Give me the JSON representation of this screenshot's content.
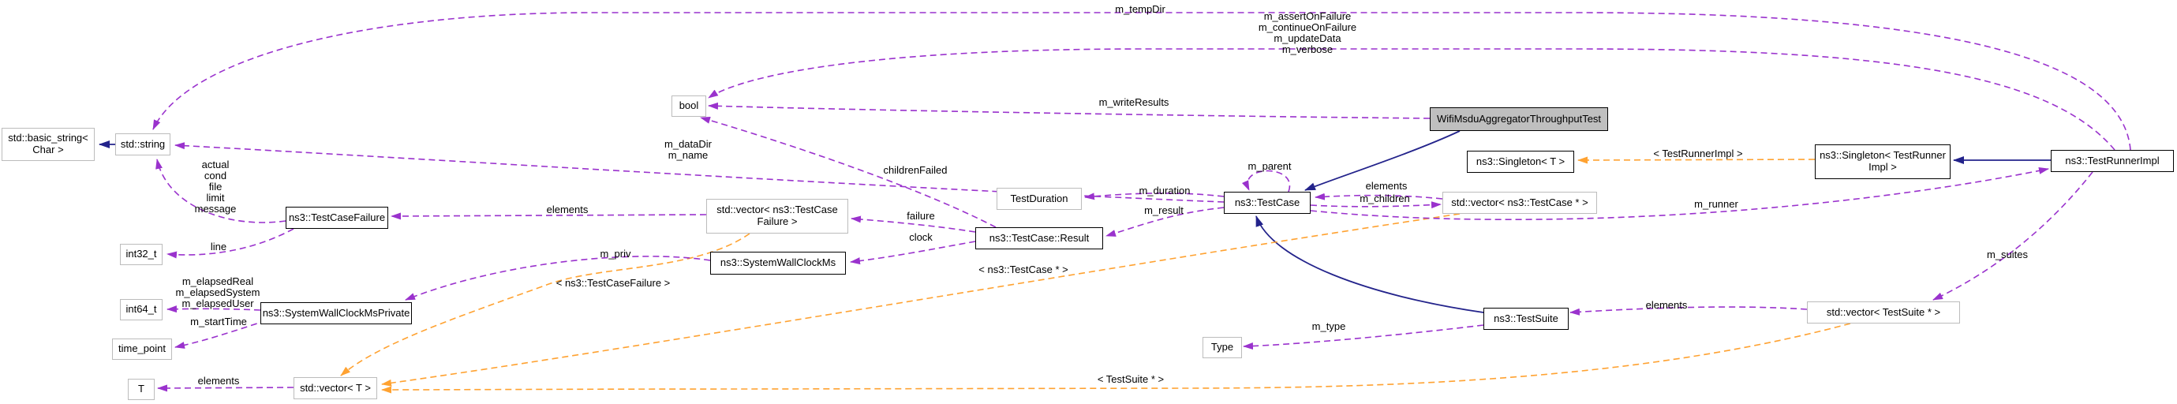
{
  "diagram": {
    "kind": "doxygen-collaboration-graph",
    "focus_class": "WifiMsduAggregatorThroughputTest"
  },
  "colors": {
    "usage_edge": "#9a32cd",
    "template_edge": "#ffa231",
    "inheritance_edge": "#23238b",
    "focus_fill": "#bfbfbf"
  },
  "nodes": {
    "basic_string": {
      "label": "std::basic_string<\nChar >"
    },
    "std_string": {
      "label": "std::string"
    },
    "int32": {
      "label": "int32_t"
    },
    "test_case_failure": {
      "label": "ns3::TestCaseFailure"
    },
    "int64": {
      "label": "int64_t"
    },
    "system_wall_clock_ms_private": {
      "label": "ns3::SystemWallClockMsPrivate"
    },
    "time_point": {
      "label": "time_point"
    },
    "t": {
      "label": "T"
    },
    "vector_t": {
      "label": "std::vector< T >"
    },
    "bool": {
      "label": "bool"
    },
    "vector_test_case_failure": {
      "label": "std::vector< ns3::TestCase\nFailure >"
    },
    "system_wall_clock_ms": {
      "label": "ns3::SystemWallClockMs"
    },
    "test_duration": {
      "label": "TestDuration"
    },
    "test_case_result": {
      "label": "ns3::TestCase::Result"
    },
    "test_case": {
      "label": "ns3::TestCase"
    },
    "wifi_msdu_test": {
      "label": "WifiMsduAggregatorThroughputTest"
    },
    "singleton_t": {
      "label": "ns3::Singleton< T >"
    },
    "vector_test_case_ptr": {
      "label": "std::vector< ns3::TestCase * >"
    },
    "singleton_test_runner_impl": {
      "label": "ns3::Singleton< TestRunner\nImpl >"
    },
    "test_runner_impl": {
      "label": "ns3::TestRunnerImpl"
    },
    "test_suite": {
      "label": "ns3::TestSuite"
    },
    "type": {
      "label": "Type"
    },
    "vector_test_suite_ptr": {
      "label": "std::vector< TestSuite * >"
    }
  },
  "edge_labels": {
    "m_tempDir": "m_tempDir",
    "assert_group": "m_assertOnFailure\nm_continueOnFailure\nm_updateData\nm_verbose",
    "m_writeResults": "m_writeResults",
    "m_dataDir_m_name": "m_dataDir\nm_name",
    "childrenFailed": "childrenFailed",
    "string_members": "actual\ncond\nfile\nlimit\nmessage",
    "line": "line",
    "elements_tcf": "elements",
    "elapsed_group": "m_elapsedReal\nm_elapsedSystem\nm_elapsedUser",
    "m_startTime": "m_startTime",
    "elements_t": "elements",
    "m_priv": "m_priv",
    "tmpl_test_case_failure": "< ns3::TestCaseFailure >",
    "failure": "failure",
    "clock": "clock",
    "m_duration": "m_duration",
    "m_result": "m_result",
    "m_parent": "m_parent",
    "elements_test_case": "elements",
    "m_children": "m_children",
    "tmpl_test_runner_impl": "< TestRunnerImpl >",
    "m_runner": "m_runner",
    "m_suites": "m_suites",
    "elements_test_suite": "elements",
    "m_type": "m_type",
    "tmpl_test_case_ptr": "< ns3::TestCase * >",
    "tmpl_test_suite_ptr": "< TestSuite * >"
  }
}
